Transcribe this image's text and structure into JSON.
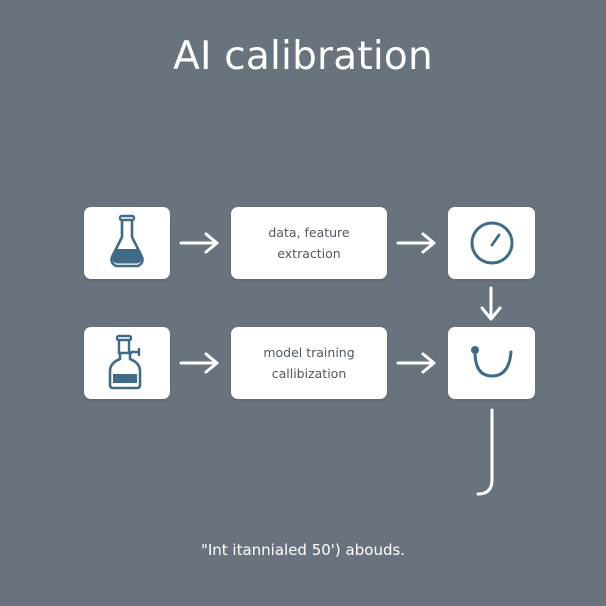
{
  "title": "AI calibration",
  "boxes": {
    "feature_extraction": "data, feature\nextraction",
    "model_training": "model training\ncallibization"
  },
  "caption": "\"Int itannialed 50') abouds.",
  "icons": {
    "row1_left": "flask-icon",
    "row1_right": "gauge-icon",
    "row2_left": "lab-flask-icon",
    "row2_right": "u-turn-icon"
  },
  "colors": {
    "background": "#68737d",
    "box": "#ffffff",
    "icon": "#3f6b87",
    "liquid": "#3f6b87",
    "text": "#4f5962"
  }
}
